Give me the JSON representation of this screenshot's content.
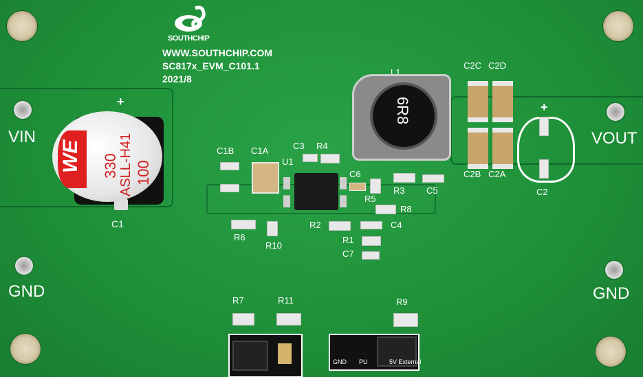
{
  "brand": {
    "name": "SOUTHCHIP",
    "url": "WWW.SOUTHCHIP.COM",
    "board_id": "SC817x_EVM_C101.1",
    "date": "2021/8"
  },
  "terminals": {
    "vin": "VIN",
    "gnd_left": "GND",
    "vout": "VOUT",
    "gnd_right": "GND"
  },
  "components": {
    "c1": "C1",
    "c1_plus": "+",
    "c1_print_brand": "WE",
    "c1_print_value": "330",
    "c1_print_series": "ASLL-H41",
    "c1_print_voltage": "100",
    "c1b": "C1B",
    "c1a": "C1A",
    "c3": "C3",
    "r4": "R4",
    "u1": "U1",
    "l1": "L1",
    "inductor_marking": "6R8",
    "c2c": "C2C",
    "c2d": "C2D",
    "c2b": "C2B",
    "c2a": "C2A",
    "c2": "C2",
    "c2_plus": "+",
    "c6": "C6",
    "r5": "R5",
    "r3": "R3",
    "c5": "C5",
    "r8": "R8",
    "r2": "R2",
    "c4": "C4",
    "r1": "R1",
    "c7": "C7",
    "r6": "R6",
    "r10": "R10",
    "r7": "R7",
    "r11": "R11",
    "r9": "R9"
  },
  "header_labels": {
    "gnd": "GND",
    "pu": "PU",
    "ext": "5V External"
  },
  "colors": {
    "pcb": "#1f9139",
    "silkscreen": "#ffffff",
    "pad": "#e8e8e8",
    "cap_body": "#d4b684"
  }
}
